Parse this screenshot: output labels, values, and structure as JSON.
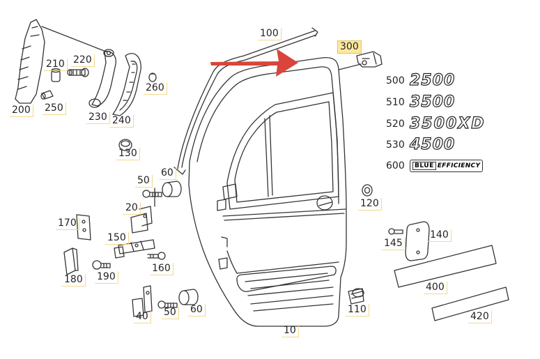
{
  "callouts": [
    {
      "id": "c100",
      "label": "100"
    },
    {
      "id": "c300",
      "label": "300",
      "highlight": true
    },
    {
      "id": "c200",
      "label": "200"
    },
    {
      "id": "c210",
      "label": "210"
    },
    {
      "id": "c220",
      "label": "220"
    },
    {
      "id": "c250",
      "label": "250"
    },
    {
      "id": "c230",
      "label": "230"
    },
    {
      "id": "c240",
      "label": "240"
    },
    {
      "id": "c260",
      "label": "260"
    },
    {
      "id": "c130",
      "label": "130"
    },
    {
      "id": "c50a",
      "label": "50"
    },
    {
      "id": "c60a",
      "label": "60"
    },
    {
      "id": "c20",
      "label": "20"
    },
    {
      "id": "c170",
      "label": "170"
    },
    {
      "id": "c150",
      "label": "150"
    },
    {
      "id": "c160",
      "label": "160"
    },
    {
      "id": "c180",
      "label": "180"
    },
    {
      "id": "c190",
      "label": "190"
    },
    {
      "id": "c40",
      "label": "40"
    },
    {
      "id": "c50b",
      "label": "50"
    },
    {
      "id": "c60b",
      "label": "60"
    },
    {
      "id": "c10",
      "label": "10"
    },
    {
      "id": "c110",
      "label": "110"
    },
    {
      "id": "c120",
      "label": "120"
    },
    {
      "id": "c140",
      "label": "140"
    },
    {
      "id": "c145",
      "label": "145"
    },
    {
      "id": "c400",
      "label": "400"
    },
    {
      "id": "c420",
      "label": "420"
    }
  ],
  "badges": [
    {
      "number": "500",
      "emblem": "2500"
    },
    {
      "number": "510",
      "emblem": "3500"
    },
    {
      "number": "520",
      "emblem": "3500XD"
    },
    {
      "number": "530",
      "emblem": "4500"
    },
    {
      "number": "600",
      "emblem_blue": "BLUE",
      "emblem_rest": "EFFICIENCY"
    }
  ],
  "colors": {
    "line": "#333333",
    "arrow": "#d9453a",
    "highlight": "#fce8a0",
    "callout_border": "#f2d98c"
  }
}
